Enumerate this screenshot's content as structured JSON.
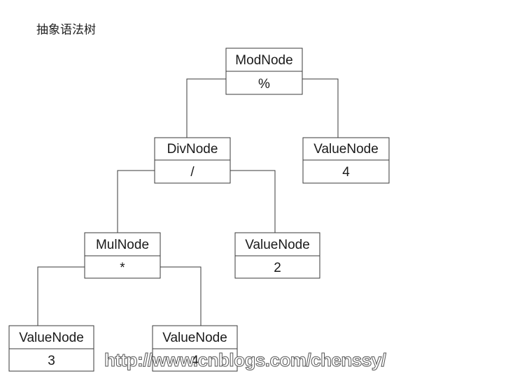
{
  "caption": "抽象语法树",
  "nodes": {
    "mod": {
      "name": "ModNode",
      "value": "%"
    },
    "div": {
      "name": "DivNode",
      "value": "/"
    },
    "val_right": {
      "name": "ValueNode",
      "value": "4"
    },
    "mul": {
      "name": "MulNode",
      "value": "*"
    },
    "val_mid": {
      "name": "ValueNode",
      "value": "2"
    },
    "val_left1": {
      "name": "ValueNode",
      "value": "3"
    },
    "val_left2": {
      "name": "ValueNode",
      "value": "4"
    }
  },
  "watermark": "http://www.cnblogs.com/chenssy/"
}
